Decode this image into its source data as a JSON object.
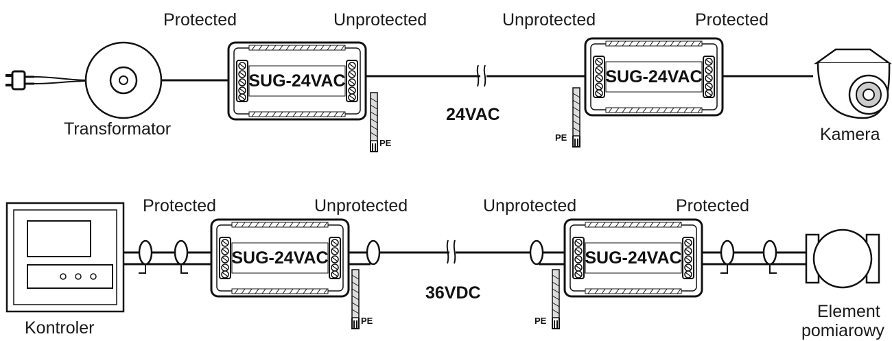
{
  "row1": {
    "labels": [
      "Protected",
      "Unprotected",
      "Unprotected",
      "Protected"
    ],
    "source": "Transformator",
    "target": "Kamera",
    "device": "SUG-24VAC",
    "voltage": "24VAC",
    "pe": "PE"
  },
  "row2": {
    "labels": [
      "Protected",
      "Unprotected",
      "Unprotected",
      "Protected"
    ],
    "source": "Kontroler",
    "target_line1": "Element",
    "target_line2": "pomiarowy",
    "device": "SUG-24VAC",
    "voltage": "36VDC",
    "pe": "PE"
  }
}
